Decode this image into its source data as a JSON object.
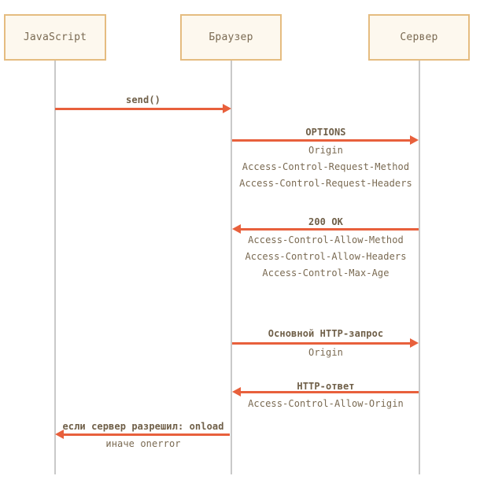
{
  "diagram": {
    "kind": "sequence-diagram",
    "colors": {
      "actor_fill": "#fdf8ee",
      "actor_border": "#e5bc80",
      "lifeline": "#c9c9c9",
      "arrow": "#e8603c",
      "text": "#7a6a52",
      "background": "#ffffff"
    },
    "actors": [
      {
        "id": "javascript",
        "label": "JavaScript"
      },
      {
        "id": "browser",
        "label": "Браузер"
      },
      {
        "id": "server",
        "label": "Сервер"
      }
    ],
    "messages": [
      {
        "id": "send",
        "from": "javascript",
        "to": "browser",
        "direction": "right",
        "title": "send()",
        "details": []
      },
      {
        "id": "preflight-options",
        "from": "browser",
        "to": "server",
        "direction": "right",
        "title": "OPTIONS",
        "details": [
          "Origin",
          "Access-Control-Request-Method",
          "Access-Control-Request-Headers"
        ]
      },
      {
        "id": "preflight-response",
        "from": "server",
        "to": "browser",
        "direction": "left",
        "title": "200 OK",
        "details": [
          "Access-Control-Allow-Method",
          "Access-Control-Allow-Headers",
          "Access-Control-Max-Age"
        ]
      },
      {
        "id": "main-request",
        "from": "browser",
        "to": "server",
        "direction": "right",
        "title": "Основной HTTP-запрос",
        "details": [
          "Origin"
        ]
      },
      {
        "id": "main-response",
        "from": "server",
        "to": "browser",
        "direction": "left",
        "title": "HTTP-ответ",
        "details": [
          "Access-Control-Allow-Origin"
        ]
      },
      {
        "id": "callback",
        "from": "browser",
        "to": "javascript",
        "direction": "left",
        "title": "если сервер разрешил: onload",
        "details": [
          "иначе onerror"
        ]
      }
    ]
  }
}
